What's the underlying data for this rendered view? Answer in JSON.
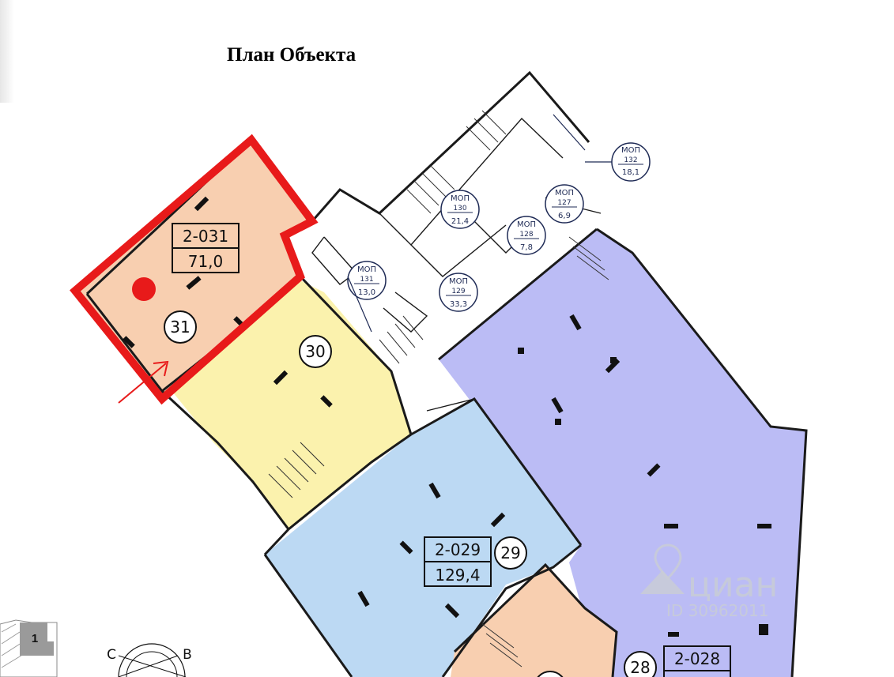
{
  "title": "План Объекта",
  "units": [
    {
      "number": "31",
      "code": "2-031",
      "area": "71,0",
      "color": "#f8cfb0",
      "selected": true
    },
    {
      "number": "30",
      "code": "",
      "area": "",
      "color": "#fbf2ad"
    },
    {
      "number": "29",
      "code": "2-029",
      "area": "129,4",
      "color": "#bcd9f3"
    },
    {
      "number": "28",
      "code": "2-028",
      "area": "",
      "color": "#bbbcf5"
    }
  ],
  "mop": [
    {
      "label": "МОП",
      "num": "132",
      "area": "18,1"
    },
    {
      "label": "МОП",
      "num": "130",
      "area": "21,4"
    },
    {
      "label": "МОП",
      "num": "127",
      "area": "6,9"
    },
    {
      "label": "МОП",
      "num": "128",
      "area": "7,8"
    },
    {
      "label": "МОП",
      "num": "131",
      "area": "13,0"
    },
    {
      "label": "МОП",
      "num": "129",
      "area": "33,3"
    }
  ],
  "highlight_color": "#e81a1a",
  "minimap_label": "1",
  "compass": {
    "north": "С",
    "east": "В"
  },
  "watermark": {
    "brand": "циан",
    "id": "ID 30962011"
  }
}
